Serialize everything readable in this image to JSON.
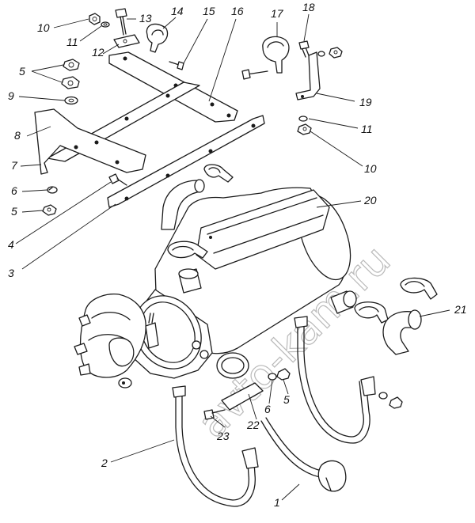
{
  "watermark": "avto-kam.ru",
  "callouts": [
    {
      "id": "c1",
      "text": "1"
    },
    {
      "id": "c2",
      "text": "2"
    },
    {
      "id": "c3",
      "text": "3"
    },
    {
      "id": "c4",
      "text": "4"
    },
    {
      "id": "c5a",
      "text": "5"
    },
    {
      "id": "c5b",
      "text": "5"
    },
    {
      "id": "c5c",
      "text": "5"
    },
    {
      "id": "c6a",
      "text": "6"
    },
    {
      "id": "c6b",
      "text": "6"
    },
    {
      "id": "c7",
      "text": "7"
    },
    {
      "id": "c8",
      "text": "8"
    },
    {
      "id": "c9",
      "text": "9"
    },
    {
      "id": "c10a",
      "text": "10"
    },
    {
      "id": "c10b",
      "text": "10"
    },
    {
      "id": "c11a",
      "text": "11"
    },
    {
      "id": "c11b",
      "text": "11"
    },
    {
      "id": "c12",
      "text": "12"
    },
    {
      "id": "c13",
      "text": "13"
    },
    {
      "id": "c14",
      "text": "14"
    },
    {
      "id": "c15",
      "text": "15"
    },
    {
      "id": "c16",
      "text": "16"
    },
    {
      "id": "c17",
      "text": "17"
    },
    {
      "id": "c18",
      "text": "18"
    },
    {
      "id": "c19",
      "text": "19"
    },
    {
      "id": "c20",
      "text": "20"
    },
    {
      "id": "c21",
      "text": "21"
    },
    {
      "id": "c22",
      "text": "22"
    },
    {
      "id": "c23",
      "text": "23"
    }
  ]
}
